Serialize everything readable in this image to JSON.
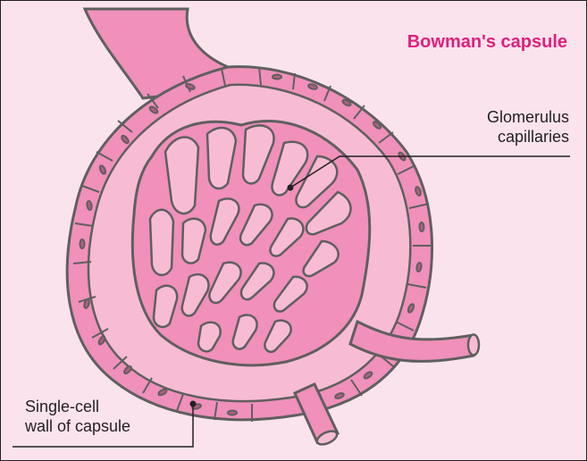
{
  "title": "Bowman's capsule",
  "labels": {
    "glomerulus": [
      "Glomerulus",
      "capillaries"
    ],
    "wall": [
      "Single-cell",
      "wall of capsule"
    ]
  },
  "colors": {
    "background": "#fbe3ee",
    "capsule_fill": "#f7bcd4",
    "vessel_fill": "#f090bb",
    "cell_fill": "#ee7fb0",
    "outline": "#5f5f5f",
    "title": "#e0207c"
  }
}
